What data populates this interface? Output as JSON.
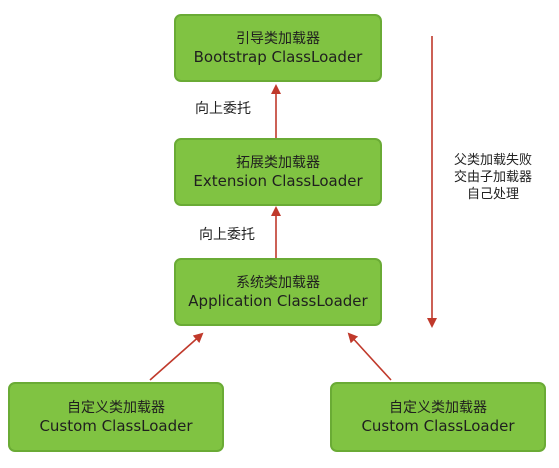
{
  "colors": {
    "node_fill": "#80c342",
    "node_border": "#6aab35",
    "arrow": "#c0392b"
  },
  "nodes": {
    "bootstrap": {
      "cn": "引导类加载器",
      "en": "Bootstrap ClassLoader"
    },
    "extension": {
      "cn": "拓展类加载器",
      "en": "Extension ClassLoader"
    },
    "application": {
      "cn": "系统类加载器",
      "en": "Application ClassLoader"
    },
    "custom_left": {
      "cn": "自定义类加载器",
      "en": "Custom ClassLoader"
    },
    "custom_right": {
      "cn": "自定义类加载器",
      "en": "Custom ClassLoader"
    }
  },
  "edges": {
    "delegate_up_1": "向上委托",
    "delegate_up_2": "向上委托"
  },
  "side_note": {
    "line1": "父类加载失败",
    "line2": "交由子加载器",
    "line3": "自己处理"
  }
}
